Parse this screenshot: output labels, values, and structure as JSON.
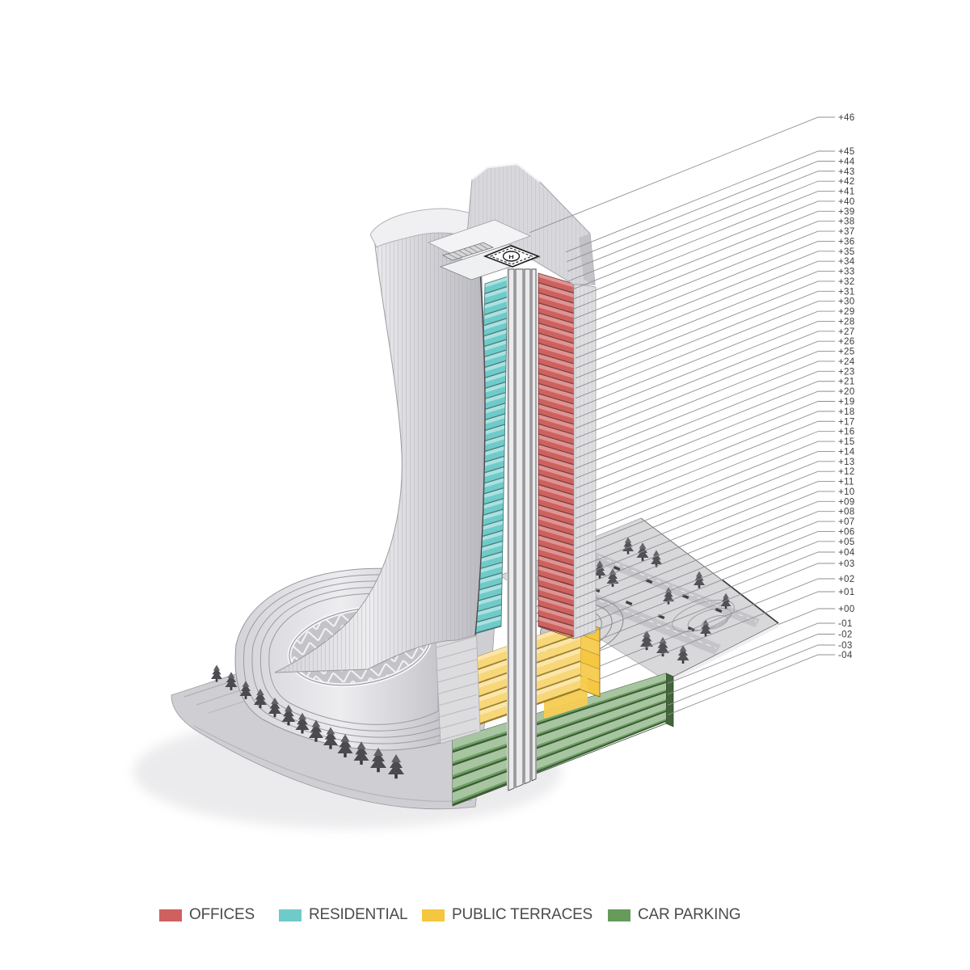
{
  "diagram": {
    "type": "axonometric-building-section",
    "floor_labels": [
      "+46",
      "+45",
      "+44",
      "+43",
      "+42",
      "+41",
      "+40",
      "+39",
      "+38",
      "+37",
      "+36",
      "+35",
      "+34",
      "+33",
      "+32",
      "+31",
      "+30",
      "+29",
      "+28",
      "+27",
      "+26",
      "+25",
      "+24",
      "+23",
      "+21",
      "+20",
      "+19",
      "+18",
      "+17",
      "+16",
      "+15",
      "+14",
      "+13",
      "+12",
      "+11",
      "+10",
      "+09",
      "+08",
      "+07",
      "+06",
      "+05",
      "+04",
      "+03",
      "+02",
      "+01",
      "+00",
      "-01",
      "-02",
      "-03",
      "-04"
    ],
    "helipad_label": "H"
  },
  "legend": {
    "items": [
      {
        "id": "offices",
        "label": "OFFICES",
        "color": "#CE615E"
      },
      {
        "id": "residential",
        "label": "RESIDENTIAL",
        "color": "#6FCBC9"
      },
      {
        "id": "public-terraces",
        "label": "PUBLIC TERRACES",
        "color": "#F5C63F"
      },
      {
        "id": "car-parking",
        "label": "CAR PARKING",
        "color": "#679B5C"
      }
    ]
  },
  "icons": {
    "helipad": "helipad-h-icon",
    "tree": "tree-icon"
  }
}
